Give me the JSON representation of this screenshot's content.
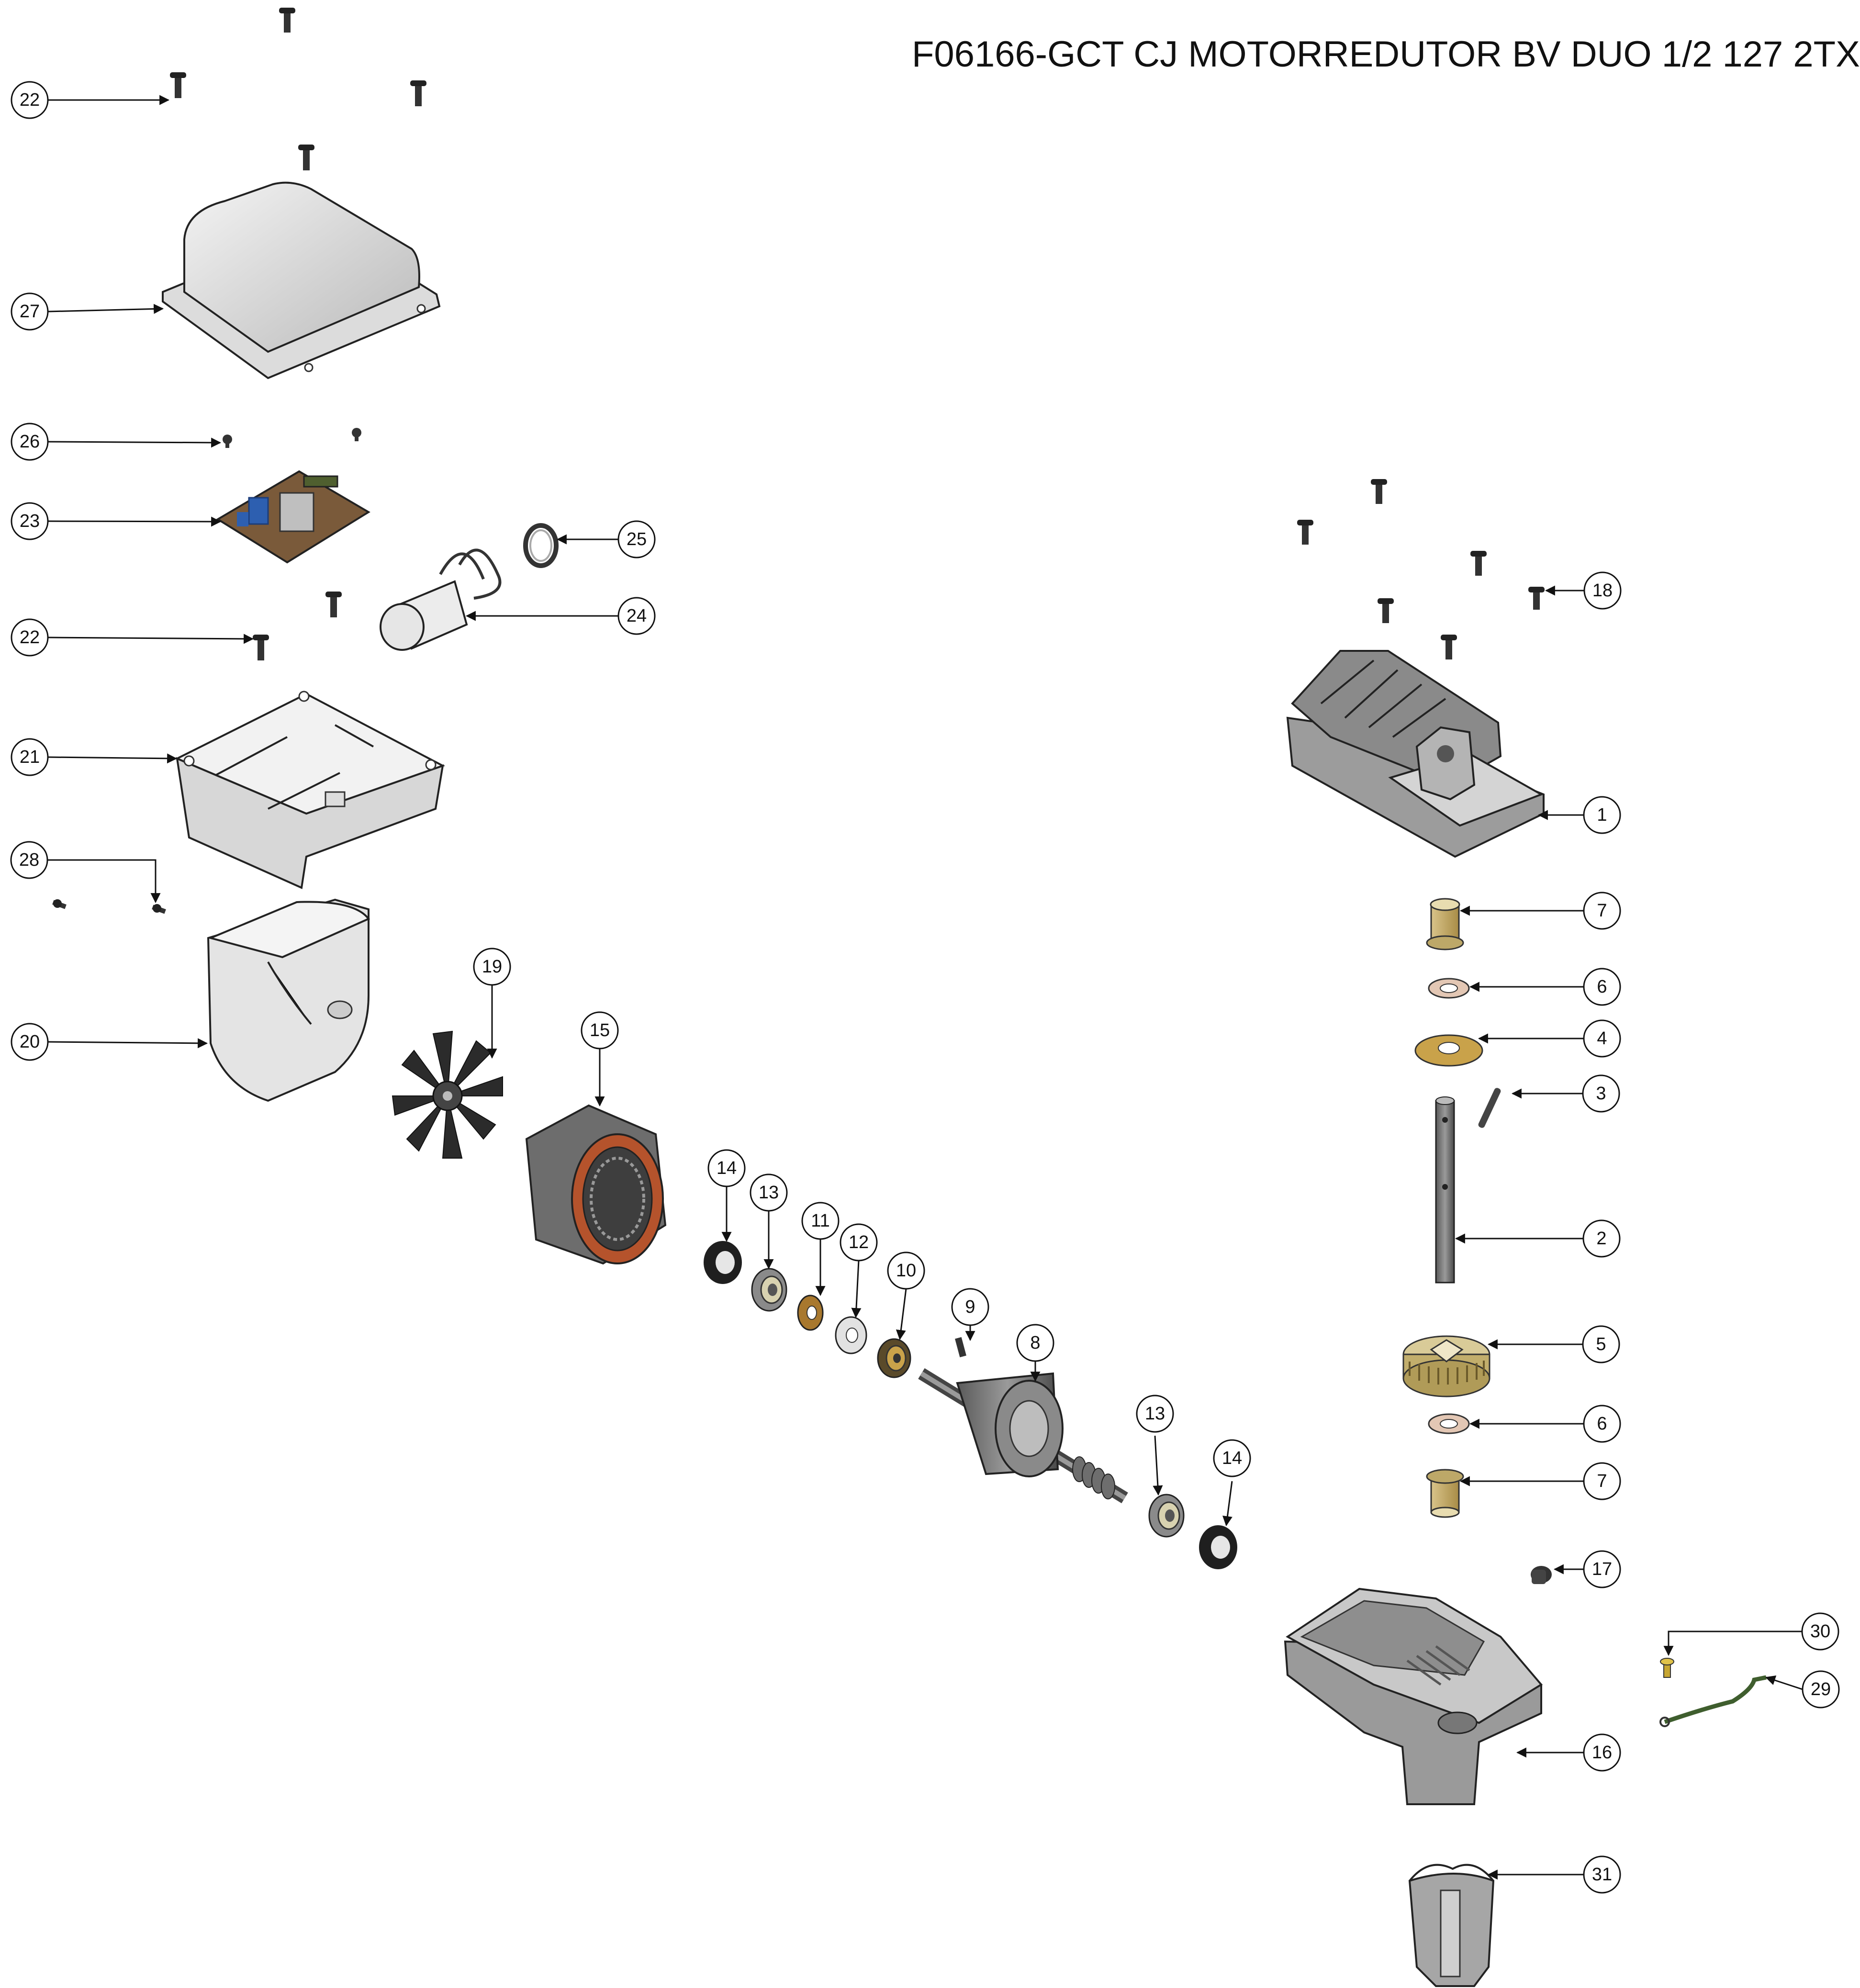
{
  "title": "F06166-GCT CJ MOTORREDUTOR BV DUO 1/2 127 2TX",
  "callouts": [
    "22",
    "27",
    "26",
    "23",
    "22",
    "21",
    "28",
    "20",
    "25",
    "24",
    "19",
    "15",
    "14",
    "13",
    "11",
    "12",
    "10",
    "9",
    "8",
    "13",
    "14",
    "18",
    "1",
    "7",
    "6",
    "4",
    "3",
    "2",
    "5",
    "6",
    "7",
    "17",
    "30",
    "29",
    "16",
    "31"
  ],
  "colors": {
    "line": "#111111",
    "part_light": "#e8e8e8",
    "part_dark": "#3a3a3a",
    "brass": "#c9a24a",
    "copper": "#b5532c",
    "board_green": "#4f5f2f"
  }
}
